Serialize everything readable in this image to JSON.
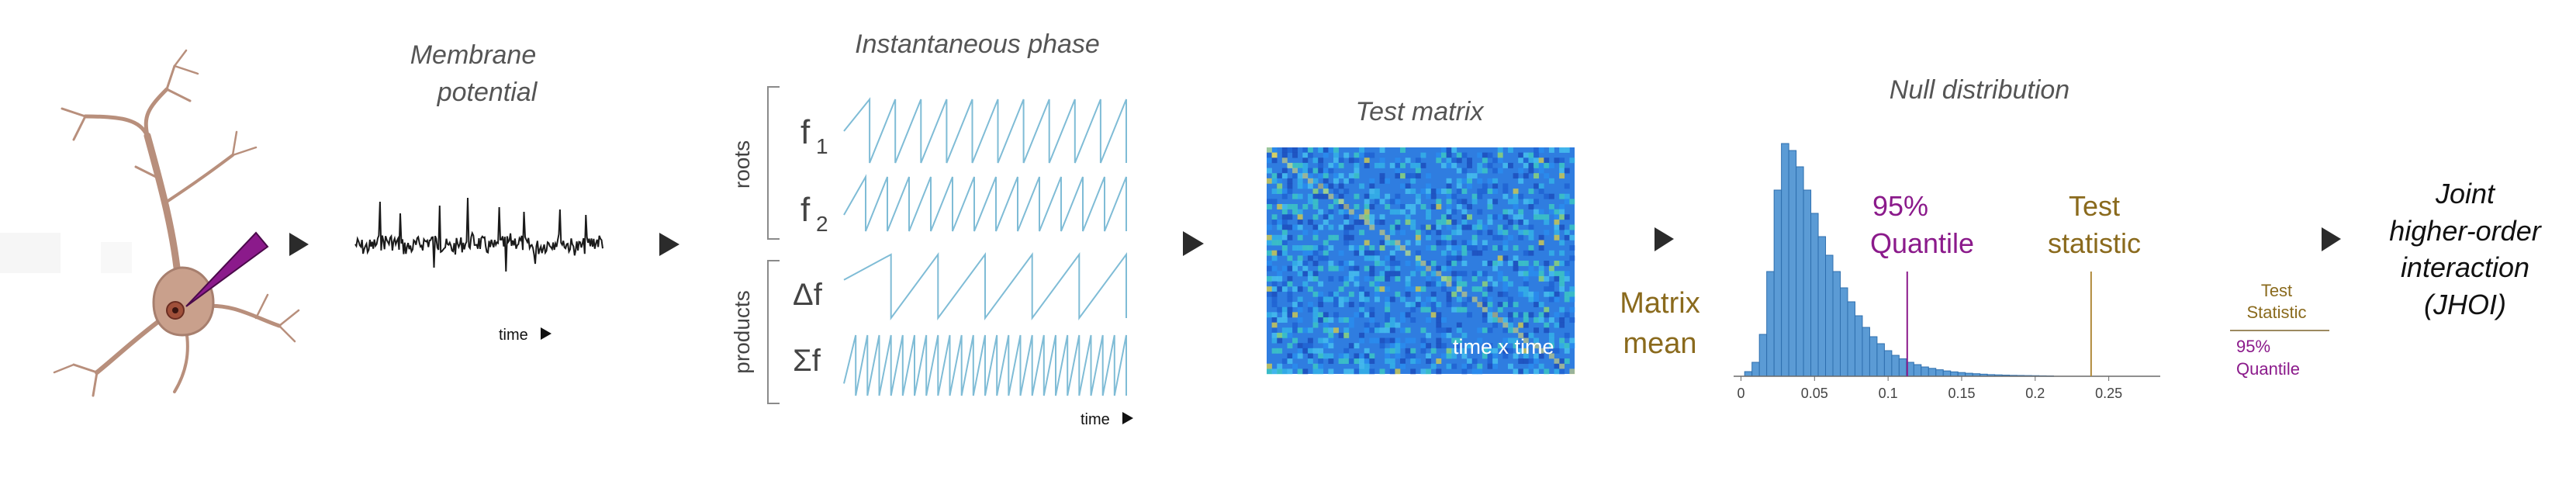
{
  "panels": {
    "membrane": {
      "title_line1": "Membrane",
      "title_line2": "potential",
      "time_label": "time"
    },
    "phase": {
      "title": "Instantaneous phase",
      "roots_label": "roots",
      "products_label": "products",
      "f1_base": "f",
      "f1_sub": "1",
      "f2_base": "f",
      "f2_sub": "2",
      "delta_f": "Δf",
      "sigma_f": "Σf",
      "time_label": "time"
    },
    "test_matrix": {
      "title": "Test matrix",
      "overlay_label": "time x time"
    },
    "matrix_mean": {
      "line1": "Matrix",
      "line2": "mean"
    },
    "null_distribution": {
      "title": "Null distribution",
      "quantile_line1": "95%",
      "quantile_line2": "Quantile",
      "teststat_line1": "Test",
      "teststat_line2": "statistic",
      "x_ticks": [
        "0",
        "0.05",
        "0.1",
        "0.15",
        "0.2",
        "0.25"
      ]
    },
    "ratio": {
      "numerator_line1": "Test",
      "numerator_line2": "Statistic",
      "denominator_line1": "95%",
      "denominator_line2": "Quantile"
    },
    "result": {
      "line1": "Joint",
      "line2": "higher-order",
      "line3": "interaction",
      "line4": "(JHOI)"
    }
  },
  "colors": {
    "neuron": "#c9a08c",
    "electrode": "#8b1a8b",
    "phase_line": "#7fbcd6",
    "histogram": "#5b9bd5",
    "quantile": "#8b1a8b",
    "test_statistic": "#8a6a1d",
    "matrix_base": "#2f7de0"
  },
  "chart_data": {
    "type": "bar",
    "x": [
      0.005,
      0.01,
      0.015,
      0.02,
      0.025,
      0.03,
      0.035,
      0.04,
      0.045,
      0.05,
      0.055,
      0.06,
      0.065,
      0.07,
      0.075,
      0.08,
      0.085,
      0.09,
      0.095,
      0.1,
      0.105,
      0.11,
      0.115,
      0.12,
      0.125,
      0.13,
      0.135,
      0.14,
      0.145,
      0.15,
      0.155,
      0.16,
      0.165,
      0.17,
      0.175,
      0.18,
      0.185,
      0.19,
      0.195,
      0.2,
      0.205,
      0.21
    ],
    "values": [
      2,
      6,
      18,
      45,
      80,
      100,
      97,
      90,
      80,
      70,
      60,
      52,
      45,
      38,
      32,
      26,
      21,
      17,
      14,
      11,
      9,
      7.5,
      6,
      5,
      4,
      3.4,
      2.8,
      2.3,
      1.9,
      1.6,
      1.3,
      1.1,
      0.9,
      0.7,
      0.6,
      0.5,
      0.4,
      0.35,
      0.3,
      0.25,
      0.2,
      0.15
    ],
    "bin_width": 0.005,
    "xlim": [
      -0.005,
      0.285
    ],
    "ylim": [
      0,
      105
    ],
    "x_ticks": [
      0,
      0.05,
      0.1,
      0.15,
      0.2,
      0.25
    ],
    "quantile_95": 0.113,
    "test_statistic": 0.238,
    "grid": false
  }
}
